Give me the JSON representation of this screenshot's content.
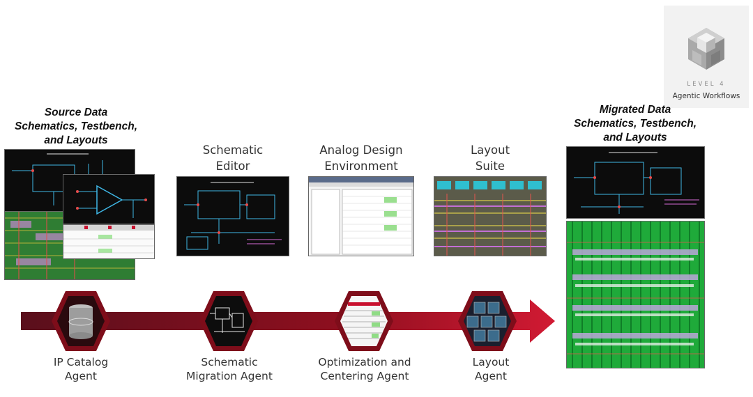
{
  "source": {
    "heading_line1": "Source Data",
    "heading_line2": "Schematics, Testbench,",
    "heading_line3": "and Layouts"
  },
  "migrated": {
    "heading_line1": "Migrated Data",
    "heading_line2": "Schematics, Testbench,",
    "heading_line3": "and Layouts"
  },
  "tools": [
    {
      "line1": "Schematic",
      "line2": "Editor"
    },
    {
      "line1": "Analog Design",
      "line2": "Environment"
    },
    {
      "line1": "Layout",
      "line2": "Suite"
    }
  ],
  "agents": [
    {
      "line1": "IP Catalog",
      "line2": "Agent",
      "icon": "database-icon"
    },
    {
      "line1": "Schematic",
      "line2": "Migration Agent",
      "icon": "schematic-icon"
    },
    {
      "line1": "Optimization and",
      "line2": "Centering Agent",
      "icon": "table-icon"
    },
    {
      "line1": "Layout",
      "line2": "Agent",
      "icon": "layout-icon"
    }
  ],
  "badge": {
    "level": "LEVEL 4",
    "caption": "Agentic Workflows",
    "icon": "cube-icon"
  },
  "colors": {
    "arrow_dark": "#5a0f1c",
    "arrow_bright": "#c8102e",
    "hexagon": "#8e0f1f",
    "schematic_bg": "#0c0c0c",
    "layout_green": "#1faa3a"
  }
}
